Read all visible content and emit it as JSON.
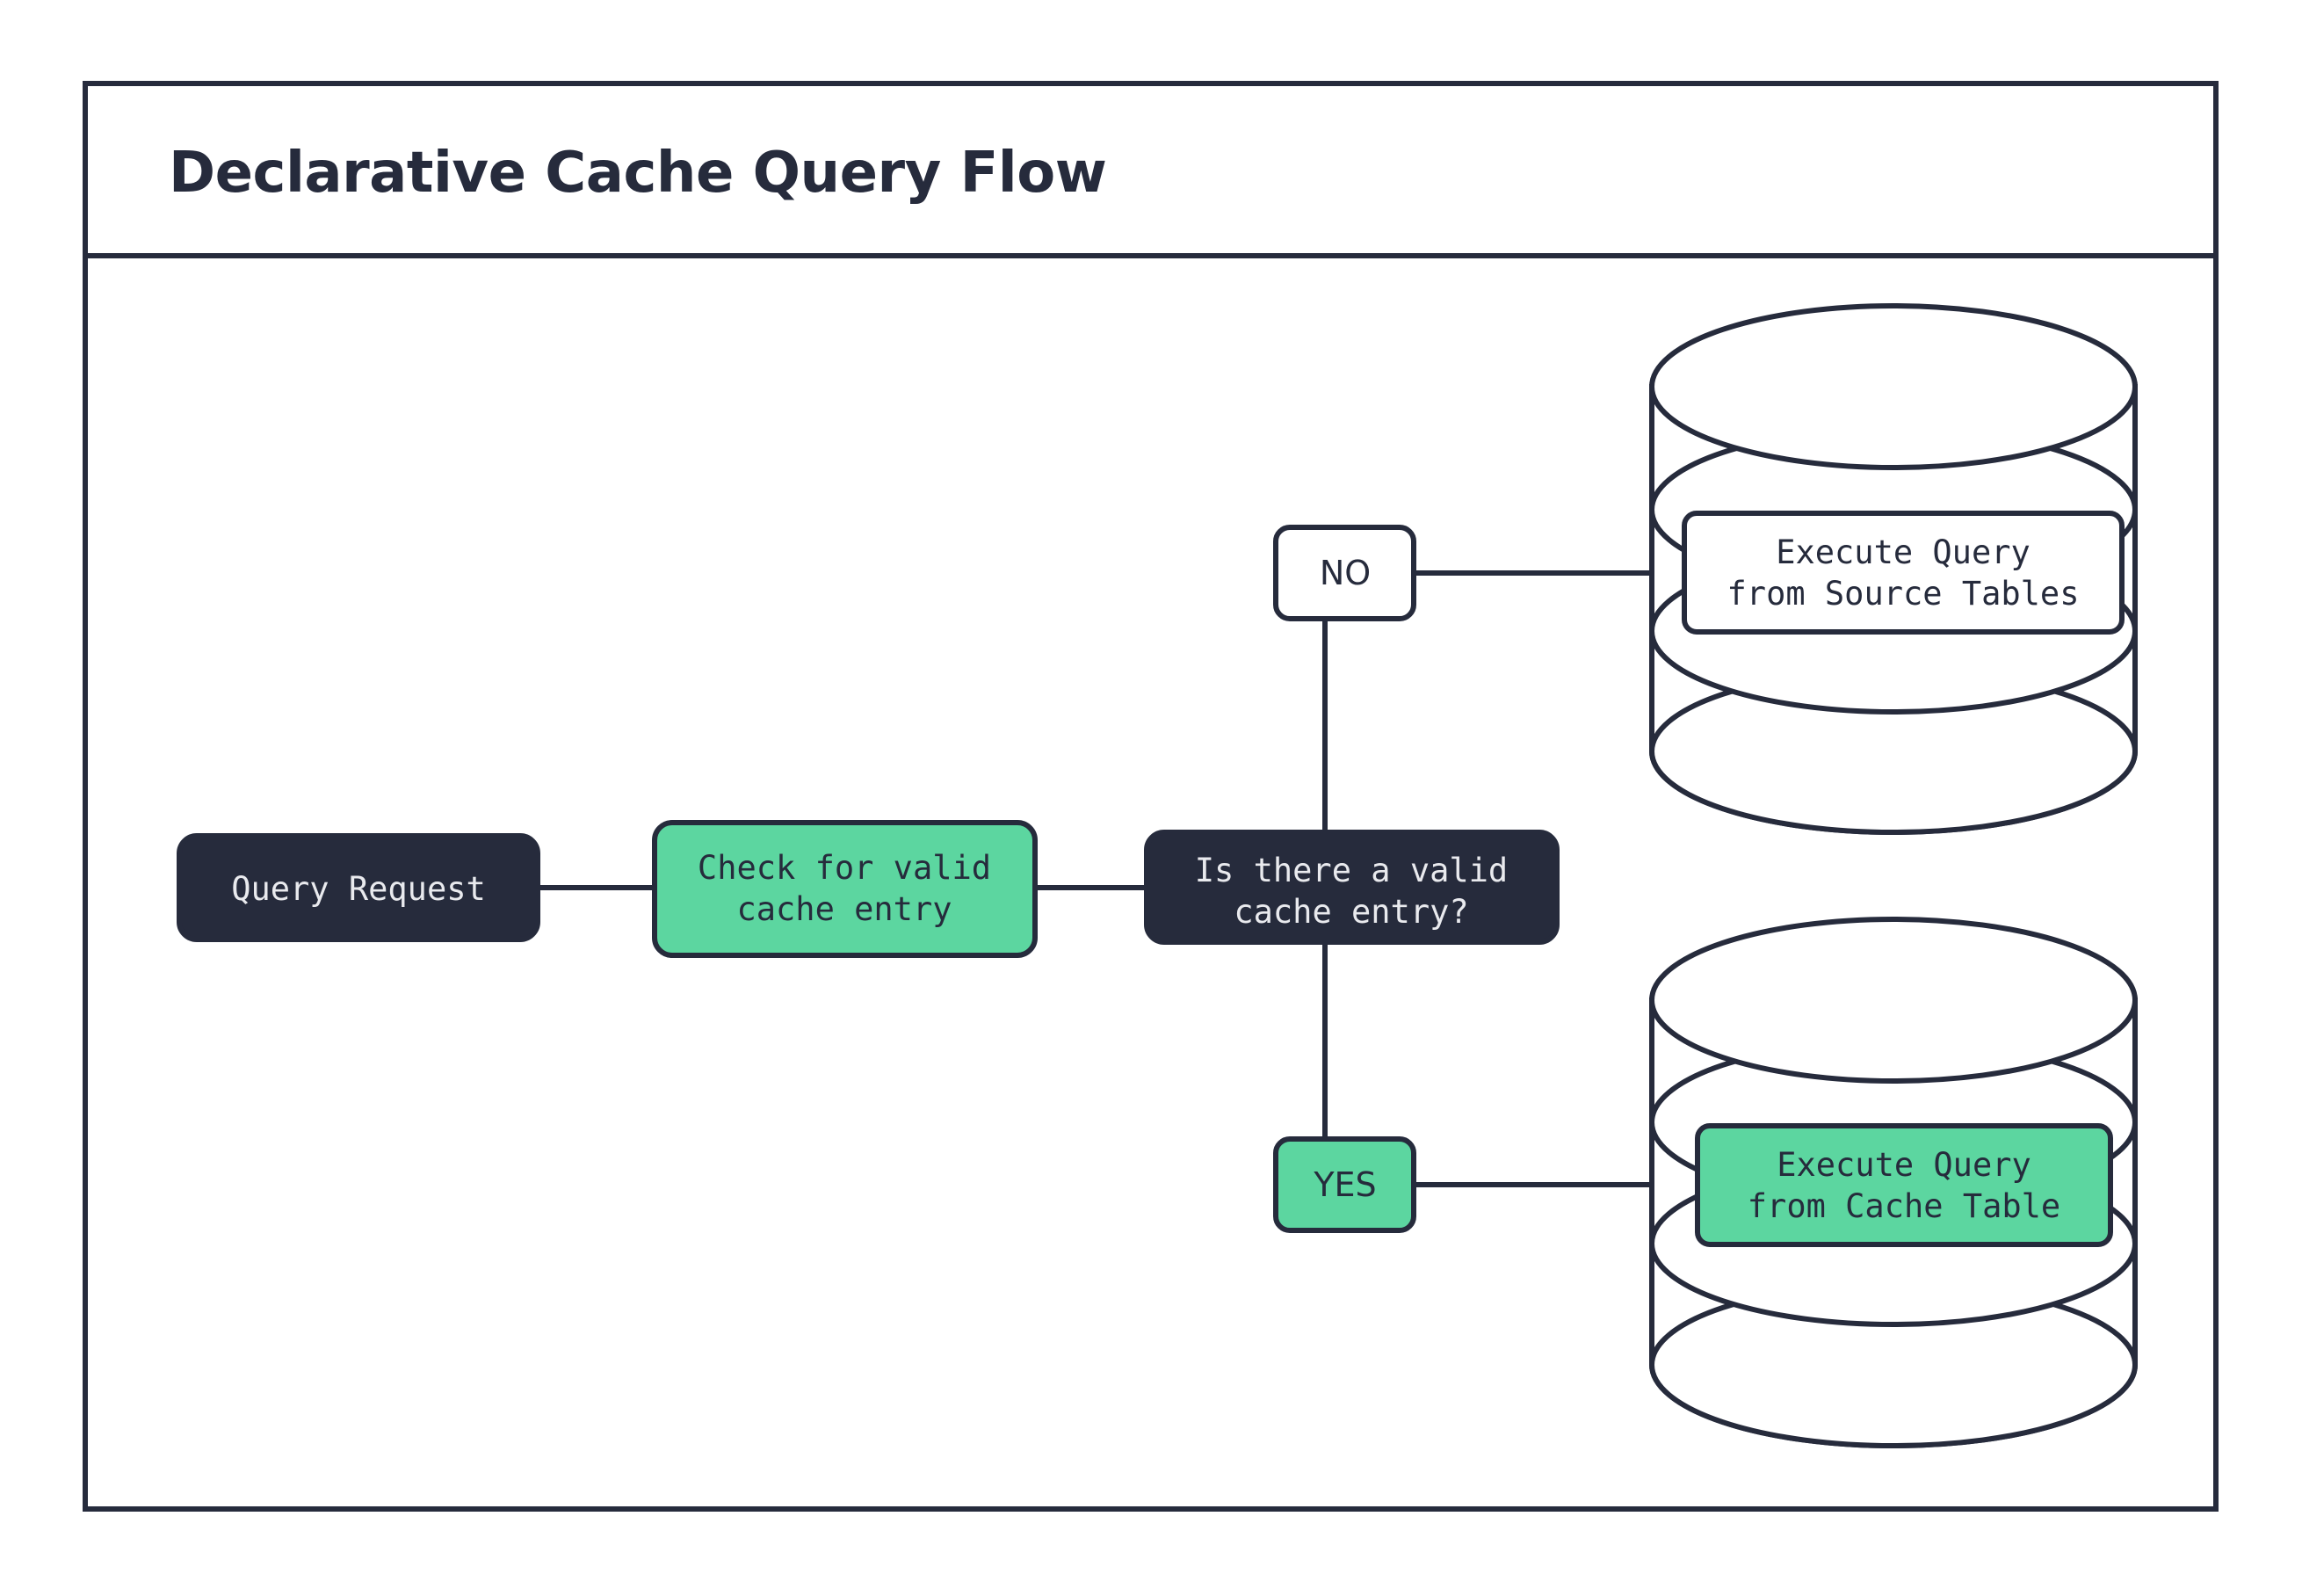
{
  "frame": {
    "title": "Declarative Cache Query Flow",
    "border_color": "#262b3c",
    "background": "#ffffff"
  },
  "palette": {
    "dark": "#262b3c",
    "green": "#5cd6a0",
    "white": "#ffffff",
    "light_text": "#e9eaee"
  },
  "diagram": {
    "type": "flowchart",
    "nodes": [
      {
        "id": "query-request",
        "label": "Query Request",
        "shape": "rounded-rect",
        "fill": "#262b3c",
        "text_color": "#e9eaee"
      },
      {
        "id": "check-cache",
        "label_line1": "Check for valid",
        "label_line2": "cache entry",
        "shape": "rounded-rect",
        "fill": "#5cd6a0",
        "text_color": "#262b3c"
      },
      {
        "id": "decision",
        "label_line1": "Is there a valid",
        "label_line2": "cache entry?",
        "shape": "rounded-rect",
        "fill": "#262b3c",
        "text_color": "#e9eaee"
      },
      {
        "id": "branch-no",
        "label": "NO",
        "shape": "rounded-rect",
        "fill": "#ffffff",
        "text_color": "#262b3c"
      },
      {
        "id": "branch-yes",
        "label": "YES",
        "shape": "rounded-rect",
        "fill": "#5cd6a0",
        "text_color": "#262b3c"
      },
      {
        "id": "source-tables-db",
        "label_line1": "Execute Query",
        "label_line2": "from Source Tables",
        "shape": "database-cylinder",
        "fill": "#ffffff",
        "text_color": "#262b3c"
      },
      {
        "id": "cache-table-db",
        "label_line1": "Execute Query",
        "label_line2": "from Cache Table",
        "shape": "database-cylinder",
        "fill": "#5cd6a0",
        "text_color": "#262b3c"
      }
    ],
    "edges": [
      {
        "from": "query-request",
        "to": "check-cache",
        "label": ""
      },
      {
        "from": "check-cache",
        "to": "decision",
        "label": ""
      },
      {
        "from": "decision",
        "to": "branch-no",
        "label": "NO"
      },
      {
        "from": "branch-no",
        "to": "source-tables-db",
        "label": ""
      },
      {
        "from": "decision",
        "to": "branch-yes",
        "label": "YES"
      },
      {
        "from": "branch-yes",
        "to": "cache-table-db",
        "label": ""
      }
    ]
  }
}
